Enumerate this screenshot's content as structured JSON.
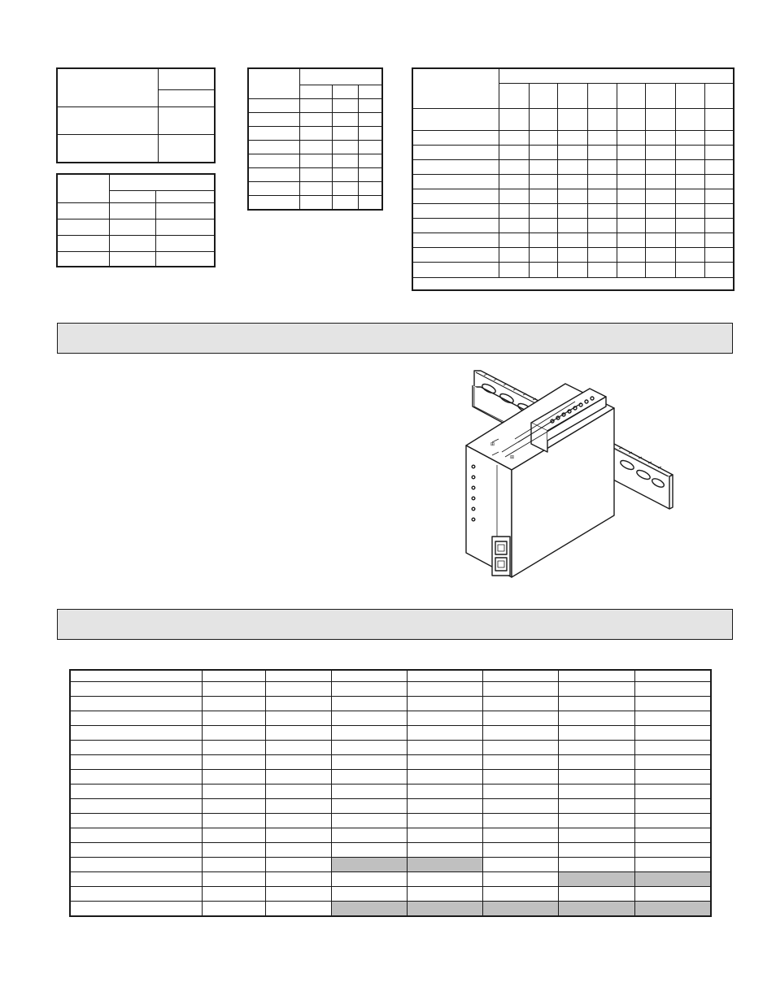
{
  "page": {
    "background": "#ffffff",
    "line_color": "#1a1a1a",
    "section_bar_color": "#e4e4e4",
    "shaded_cell_color": "#c0c0c0",
    "content_note": "All table cells and section headings are blank in the source image; no text is visible."
  },
  "figure": {
    "subject": "din-rail-mounted-module",
    "icon": "din-rail-module-illustration"
  }
}
